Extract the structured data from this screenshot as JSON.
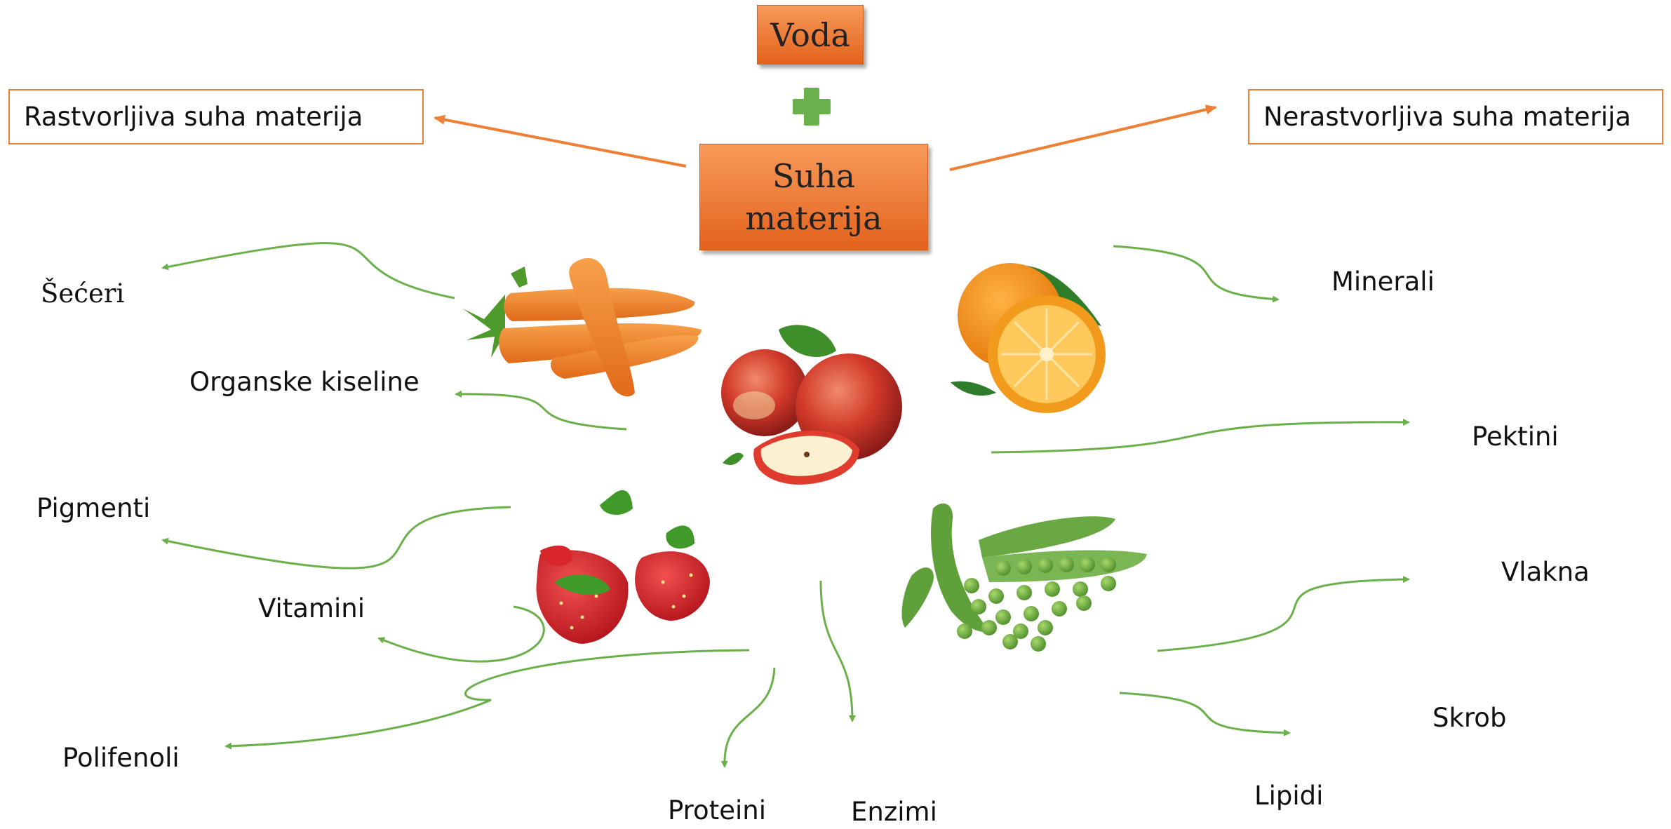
{
  "voda": "Voda",
  "suha_materija": "Suha materija",
  "rastvorljiva": "Rastvorljiva suha materija",
  "nerastvorljiva": "Nerastvorljiva suha materija",
  "components": {
    "seceri": "Šećeri",
    "organske_kiseline": "Organske kiseline",
    "pigmenti": "Pigmenti",
    "vitamini": "Vitamini",
    "polifenoli": "Polifenoli",
    "proteini": "Proteini",
    "enzimi": "Enzimi",
    "minerali": "Minerali",
    "pektini": "Pektini",
    "vlakna": "Vlakna",
    "skrob": "Skrob",
    "lipidi": "Lipidi"
  },
  "colors": {
    "orange_box": "#ec7a36",
    "orange_arrow": "#ef7f35",
    "green_arrow": "#6bb04a",
    "plus_green": "#6ab04c"
  },
  "images": [
    "carrot",
    "apple",
    "orange",
    "strawberry",
    "peas"
  ]
}
